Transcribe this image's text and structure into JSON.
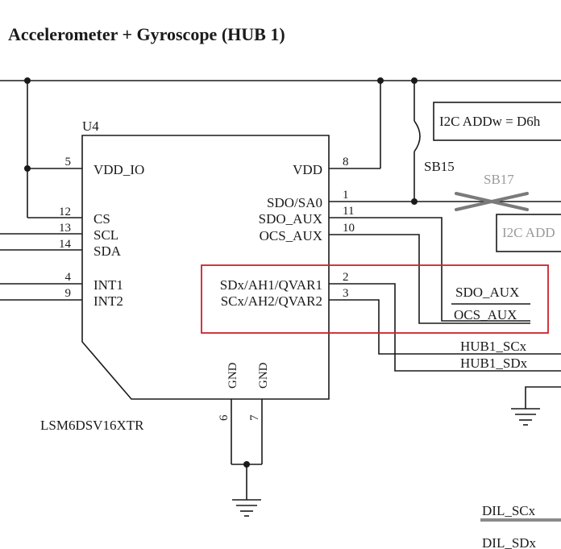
{
  "title": "Accelerometer + Gyroscope (HUB 1)",
  "ic": {
    "ref": "U4",
    "part": "LSM6DSV16XTR",
    "pins_left": [
      {
        "num": "5",
        "name": "VDD_IO"
      },
      {
        "num": "12",
        "name": "CS"
      },
      {
        "num": "13",
        "name": "SCL"
      },
      {
        "num": "14",
        "name": "SDA"
      },
      {
        "num": "4",
        "name": "INT1"
      },
      {
        "num": "9",
        "name": "INT2"
      }
    ],
    "pins_right": [
      {
        "num": "8",
        "name": "VDD"
      },
      {
        "num": "1",
        "name": "SDO/SA0"
      },
      {
        "num": "11",
        "name": "SDO_AUX"
      },
      {
        "num": "10",
        "name": "OCS_AUX"
      },
      {
        "num": "2",
        "name": "SDx/AH1/QVAR1"
      },
      {
        "num": "3",
        "name": "SCx/AH2/QVAR2"
      }
    ],
    "pins_bottom": [
      {
        "num": "6",
        "name": "GND"
      },
      {
        "num": "7",
        "name": "GND"
      }
    ]
  },
  "jumpers": {
    "sb15": "SB15",
    "sb17": "SB17"
  },
  "notes": {
    "i2c_addr": "I2C ADDw =  D6h",
    "i2c_addr_gray": "I2C ADD"
  },
  "nets": {
    "sdo_aux": "SDO_AUX",
    "ocs_aux": "OCS_AUX",
    "hub1_scx": "HUB1_SCx",
    "hub1_sdx": "HUB1_SDx",
    "dil_scx": "DIL_SCx",
    "dil_sdx": "DIL_SDx"
  },
  "colors": {
    "wire": "#1a1a1a",
    "highlight_box": "#d0202a",
    "dnp_gray": "#9a9a9a"
  }
}
